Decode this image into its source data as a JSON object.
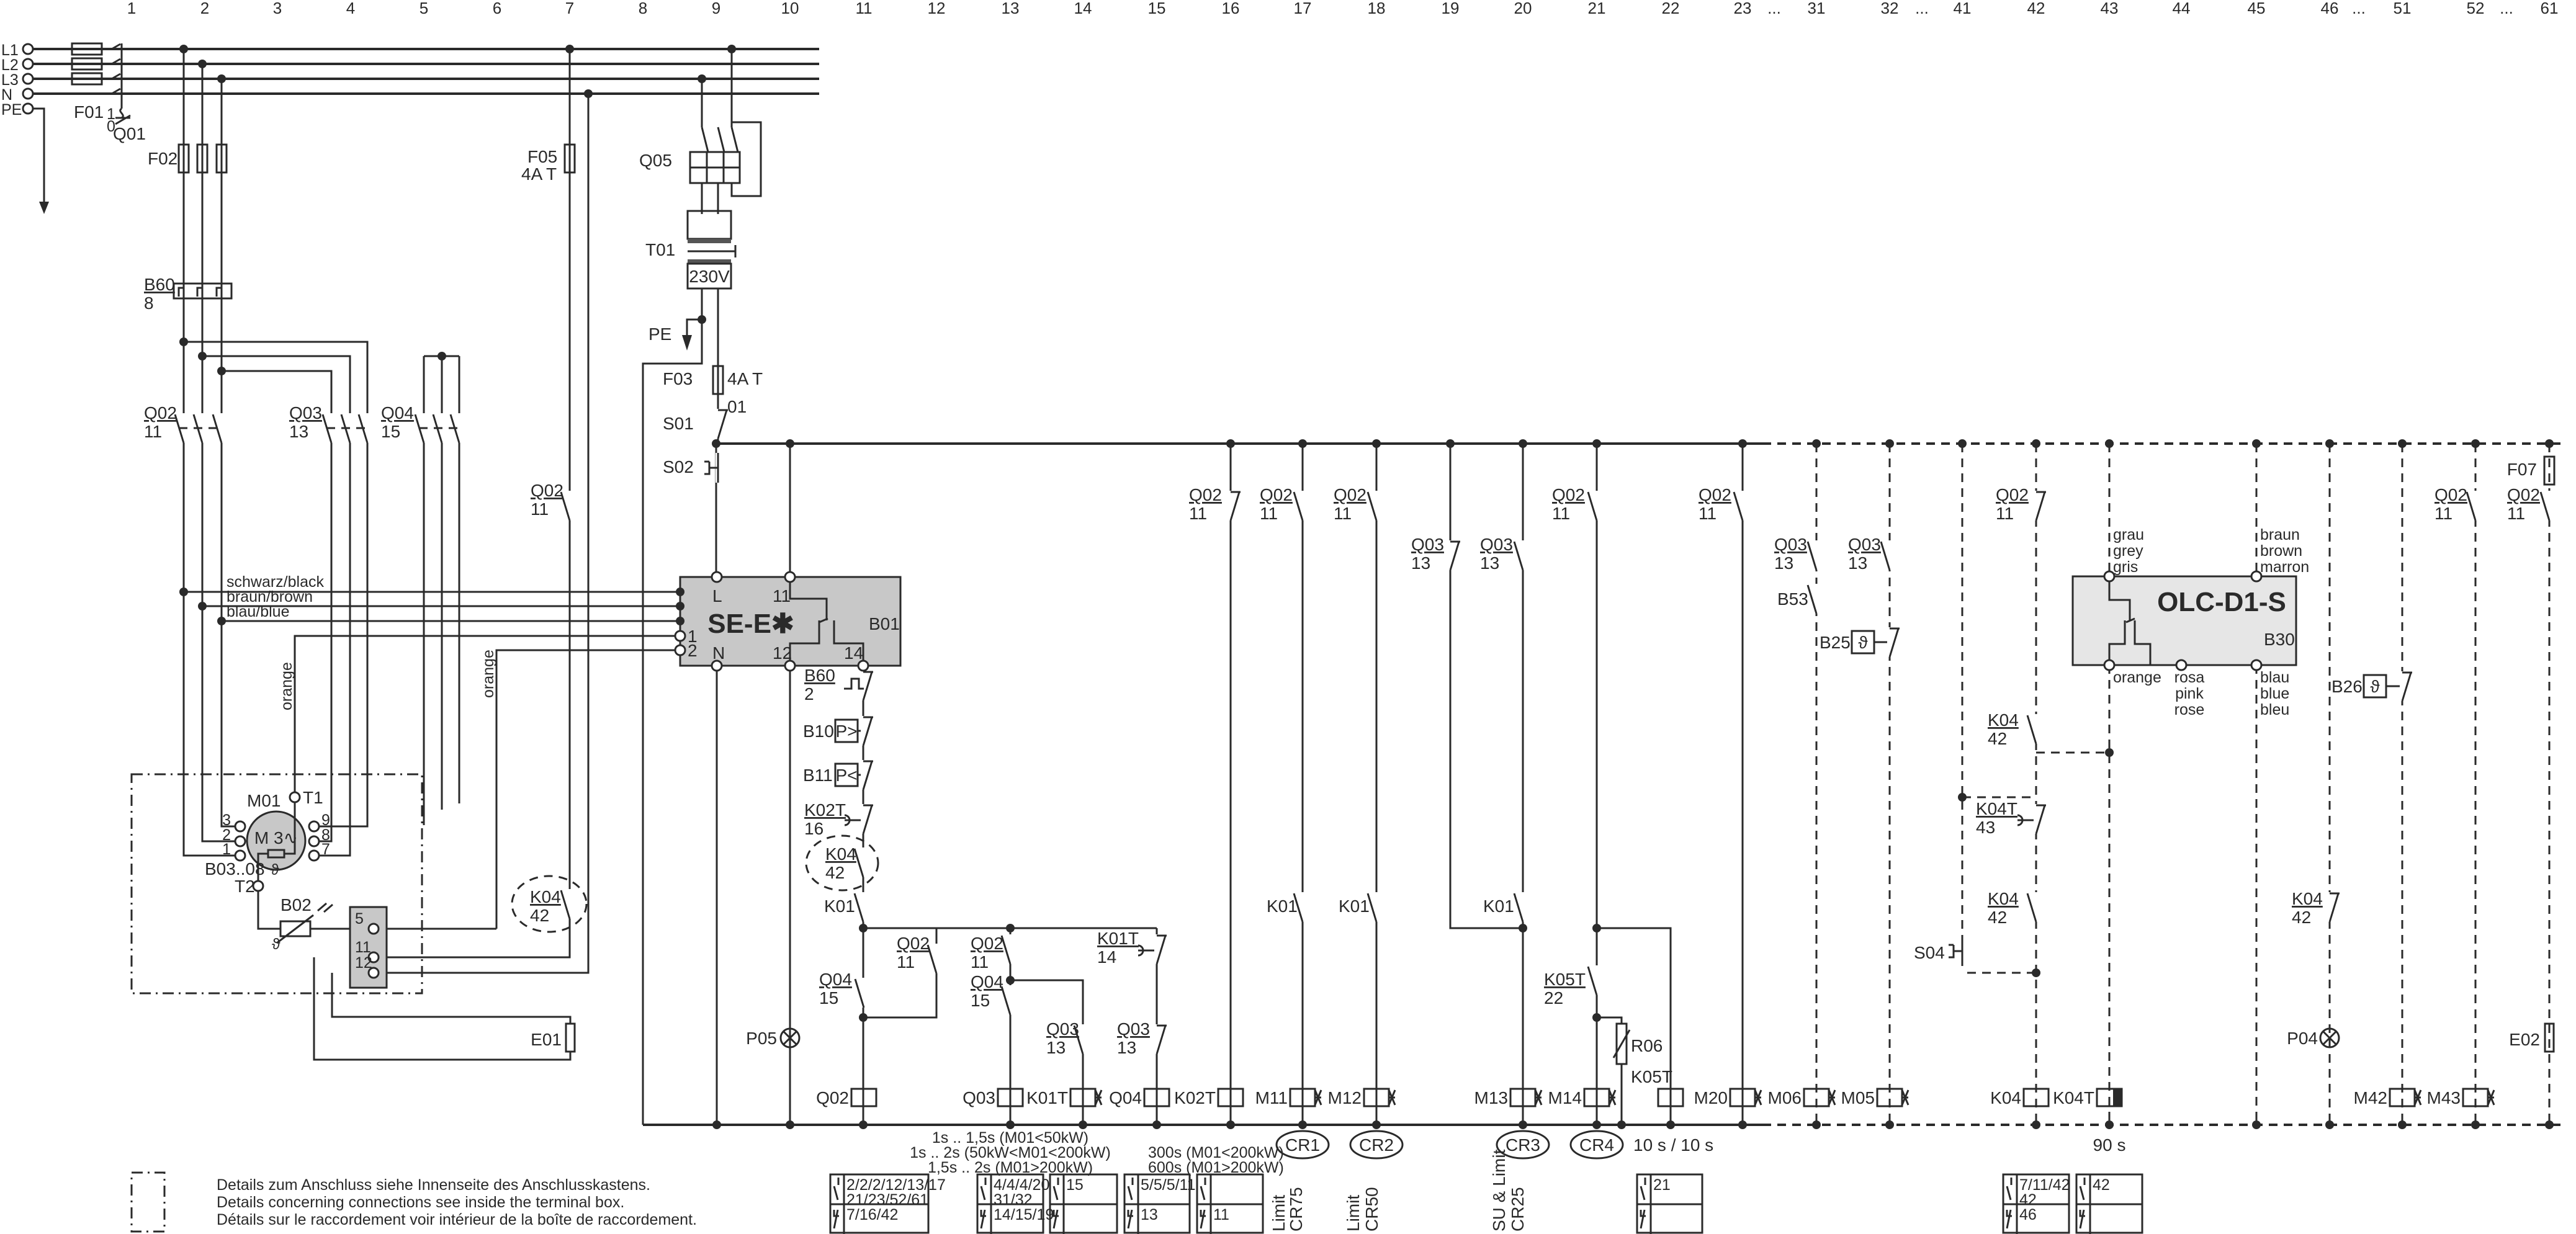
{
  "column_numbers": [
    "1",
    "2",
    "3",
    "4",
    "5",
    "6",
    "7",
    "8",
    "9",
    "10",
    "11",
    "12",
    "13",
    "14",
    "15",
    "16",
    "17",
    "18",
    "19",
    "20",
    "21",
    "22",
    "23",
    "...",
    "31",
    "32",
    "...",
    "41",
    "42",
    "43",
    "44",
    "45",
    "46",
    "...",
    "51",
    "52",
    "...",
    "61"
  ],
  "supply": {
    "lines": [
      "L1",
      "L2",
      "L3",
      "N",
      "PE"
    ],
    "F01": "F01",
    "Q01": "Q01",
    "Q01_on": "1",
    "Q01_off": "0",
    "F02": "F02",
    "B60": "B60",
    "B60_ref": "8",
    "F05": "F05",
    "F05_rating": "4A T",
    "Q05": "Q05",
    "T01": "T01",
    "T01_voltage": "230V",
    "PE": "PE",
    "F03": "F03",
    "F03_rating": "4A T",
    "S01": "S01",
    "S01_pos": "01",
    "S02": "S02"
  },
  "wires": {
    "black": "schwarz/black",
    "brown": "braun/brown",
    "blue": "blau/blue",
    "orange": "orange"
  },
  "motor": {
    "name": "M01",
    "symbol": "M 3∿",
    "T1": "T1",
    "T2": "T2",
    "terminals_left": [
      "3",
      "2",
      "1"
    ],
    "terminals_right": [
      "9",
      "8",
      "7"
    ],
    "sensors": "B03..08",
    "B02": "B02",
    "theta": "ϑ",
    "terminal_block": [
      "5",
      "11",
      "12"
    ],
    "E01": "E01"
  },
  "se_e": {
    "title": "SE-E✱",
    "id": "B01",
    "L": "L",
    "N": "N",
    "t11": "11",
    "t12": "12",
    "t14": "14",
    "t1": "1",
    "t2": "2"
  },
  "olc": {
    "title": "OLC-D1-S",
    "id": "B30",
    "grau": [
      "grau",
      "grey",
      "gris"
    ],
    "braun": [
      "braun",
      "brown",
      "marron"
    ],
    "orange": "orange",
    "rosa": [
      "rosa",
      "pink",
      "rose"
    ],
    "blau": [
      "blau",
      "blue",
      "bleu"
    ]
  },
  "contacts": [
    {
      "name": "Q02",
      "ref": "11"
    },
    {
      "name": "Q03",
      "ref": "13"
    },
    {
      "name": "Q04",
      "ref": "15"
    },
    {
      "name": "Q02",
      "ref": "11"
    },
    {
      "name": "K04",
      "ref": "42"
    },
    {
      "name": "B60",
      "ref": "2"
    },
    {
      "name": "K02T",
      "ref": "16"
    },
    {
      "name": "K04",
      "ref": "42"
    },
    {
      "name": "Q04",
      "ref": "15"
    },
    {
      "name": "Q02",
      "ref": "11"
    },
    {
      "name": "Q02",
      "ref": "11"
    },
    {
      "name": "Q04",
      "ref": "15"
    },
    {
      "name": "Q03",
      "ref": "13"
    },
    {
      "name": "K01T",
      "ref": "14"
    },
    {
      "name": "Q03",
      "ref": "13"
    },
    {
      "name": "Q02",
      "ref": "11"
    },
    {
      "name": "Q02",
      "ref": "11"
    },
    {
      "name": "Q02",
      "ref": "11"
    },
    {
      "name": "Q03",
      "ref": "13"
    },
    {
      "name": "Q03",
      "ref": "13"
    },
    {
      "name": "Q02",
      "ref": "11"
    },
    {
      "name": "Q02",
      "ref": "11"
    },
    {
      "name": "K05T",
      "ref": "22"
    },
    {
      "name": "Q03",
      "ref": "13"
    },
    {
      "name": "Q03",
      "ref": "13"
    },
    {
      "name": "Q02",
      "ref": "11"
    },
    {
      "name": "K04",
      "ref": "42"
    },
    {
      "name": "K04T",
      "ref": "43"
    },
    {
      "name": "K04",
      "ref": "42"
    },
    {
      "name": "K04",
      "ref": "42"
    },
    {
      "name": "Q02",
      "ref": "11"
    },
    {
      "name": "Q02",
      "ref": "11"
    }
  ],
  "plain_contacts": [
    "K01",
    "K01",
    "K01",
    "K01",
    "B53",
    "S04"
  ],
  "sensors": {
    "B10": "B10",
    "B10_sym": "P>",
    "B11": "B11",
    "B11_sym": "P<",
    "B25": "B25",
    "B26": "B26",
    "theta": "ϑ"
  },
  "devices": {
    "P05": "P05",
    "P04": "P04",
    "E02": "E02",
    "R06": "R06",
    "F07": "F07",
    "K05T": "K05T"
  },
  "coils": [
    "Q02",
    "Q03",
    "K01T",
    "Q04",
    "K02T",
    "M11",
    "M12",
    "M13",
    "M14",
    "M20",
    "M06",
    "M05",
    "K04",
    "K04T",
    "M42",
    "M43"
  ],
  "circles": [
    "CR1",
    "CR2",
    "CR3",
    "CR4"
  ],
  "timings": {
    "k01t": [
      "1s .. 1,5s (M01<50kW)",
      "1s .. 2s (50kW<M01<200kW)",
      "1,5s .. 2s (M01>200kW)"
    ],
    "k02t": [
      "300s (M01<200kW)",
      "600s (M01>200kW)"
    ],
    "k05t": "10 s / 10 s",
    "k04t": "90 s"
  },
  "limits": [
    [
      "Limit",
      "CR75"
    ],
    [
      "Limit",
      "CR50"
    ],
    [
      "SU & Limit",
      "CR25"
    ]
  ],
  "tables": [
    {
      "no": [
        "2/2/2/12/13/17",
        "21/23/52/61"
      ],
      "nc": [
        "7/16/42"
      ]
    },
    {
      "no": [
        "4/4/4/20",
        "31/32"
      ],
      "nc": [
        "14/15/19"
      ]
    },
    {
      "no": [
        "15"
      ],
      "nc": [
        ""
      ]
    },
    {
      "no": [
        "5/5/5/11"
      ],
      "nc": [
        "13"
      ]
    },
    {
      "no": [
        ""
      ],
      "nc": [
        "11"
      ]
    },
    {
      "no": [
        "21"
      ],
      "nc": [
        ""
      ]
    },
    {
      "no": [
        "7/11/42",
        "42"
      ],
      "nc": [
        "46"
      ]
    },
    {
      "no": [
        "42"
      ],
      "nc": [
        ""
      ]
    }
  ],
  "legend": [
    "Details zum Anschluss siehe Innenseite des Anschlusskastens.",
    "Details concerning connections see inside the terminal box.",
    "Détails sur le raccordement voir intérieur de la boîte de raccordement."
  ]
}
